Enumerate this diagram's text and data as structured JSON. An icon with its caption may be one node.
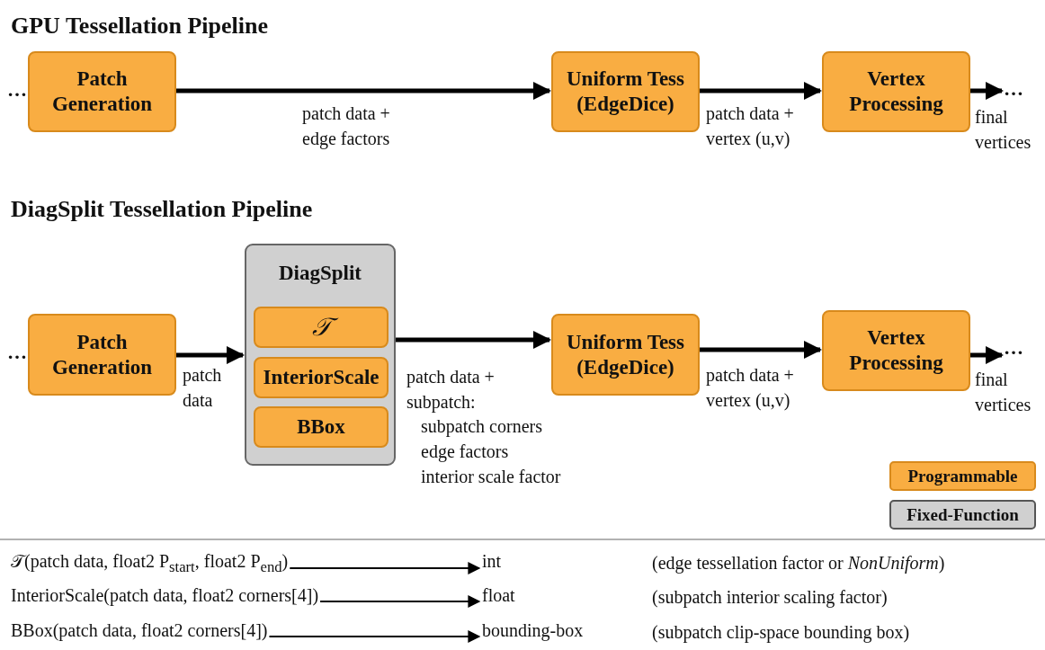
{
  "diagram": {
    "nodes": [
      {
        "text": [
          "Patch Generation"
        ]
      },
      {
        "text": [
          "Uniform Tess (EdgeDice)"
        ]
      },
      {
        "text": [
          "Vertex Processing"
        ]
      },
      {
        "text": [
          "…"
        ]
      },
      {
        "text": [
          "Patch Generation"
        ]
      },
      {
        "text": [
          "DiagSplit"
        ]
      },
      {
        "text": [
          "𝒯"
        ],
        "in": 5
      },
      {
        "text": [
          "InteriorScale"
        ],
        "in": 5
      },
      {
        "text": [
          "BBox"
        ],
        "in": 5
      },
      {
        "text": [
          "Uniform Tess (EdgeDice)"
        ]
      },
      {
        "text": [
          "Vertex Processing"
        ]
      },
      {
        "text": [
          "…"
        ]
      },
      {
        "text": [
          "𝒯(patch data, float2 P$_{start}$, float2 P$_{end}$)"
        ]
      },
      {
        "text": [
          "int"
        ]
      },
      {
        "text": [
          "InteriorScale(patch data, float2 corners[4])"
        ]
      },
      {
        "text": [
          "float"
        ]
      },
      {
        "text": [
          "BBox(patch data, float2 corners[4])"
        ]
      },
      {
        "text": [
          "bounding-box"
        ]
      }
    ],
    "edges": [
      {
        "from": 0,
        "to": 1,
        "arrow": "to",
        "label": "patch data + edge factors"
      },
      {
        "from": 1,
        "to": 2,
        "arrow": "to",
        "label": "patch data + vertex (u,v)"
      },
      {
        "from": 2,
        "to": 3,
        "arrow": "to",
        "label": "final vertices"
      },
      {
        "from": 4,
        "to": 5,
        "arrow": "to",
        "label": "patch data"
      },
      {
        "from": 5,
        "to": 9,
        "arrow": "to",
        "label": "patch data + subpatch:"
      },
      {
        "from": 9,
        "to": 10,
        "arrow": "to",
        "label": "patch data + vertex (u,v)"
      },
      {
        "from": 10,
        "to": 11,
        "arrow": "to",
        "label": "final vertices"
      },
      {
        "from": 12,
        "to": 13,
        "arrow": "to"
      },
      {
        "from": 14,
        "to": 15,
        "arrow": "to"
      },
      {
        "from": 16,
        "to": 17,
        "arrow": "to"
      }
    ],
    "labels": [
      "GPU Tessellation Pipeline",
      "…",
      "DiagSplit Tessellation Pipeline",
      "…",
      "subpatch corners",
      "edge factors",
      "interior scale factor",
      "(edge tessellation factor or *NonUniform*)",
      "(subpatch interior scaling factor)",
      "(subpatch clip-space bounding box)"
    ],
    "legend": [
      {
        "text": "Programmable",
        "color": "#f9ad42"
      },
      {
        "text": "Fixed-Function",
        "color": "#d0d0d0"
      }
    ]
  }
}
